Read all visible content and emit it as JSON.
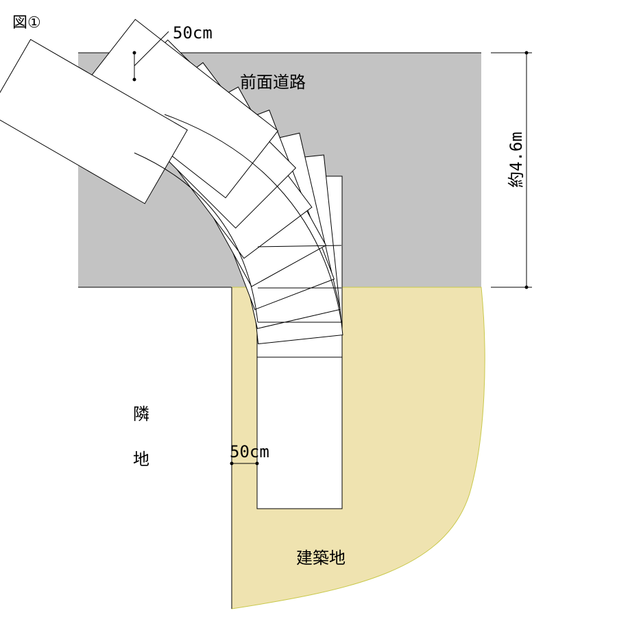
{
  "figure_label": "図①",
  "labels": {
    "road": "前面道路",
    "neighbor_char_1": "隣",
    "neighbor_char_2": "地",
    "building_site": "建築地",
    "top_offset": "50cm",
    "side_offset": "50cm",
    "road_width": "約4.6m"
  },
  "colors": {
    "road": "#c3c3c3",
    "site": "#efe3b0",
    "site_edge": "#c8c84a",
    "car_fill": "#ffffff",
    "line": "#000000"
  }
}
